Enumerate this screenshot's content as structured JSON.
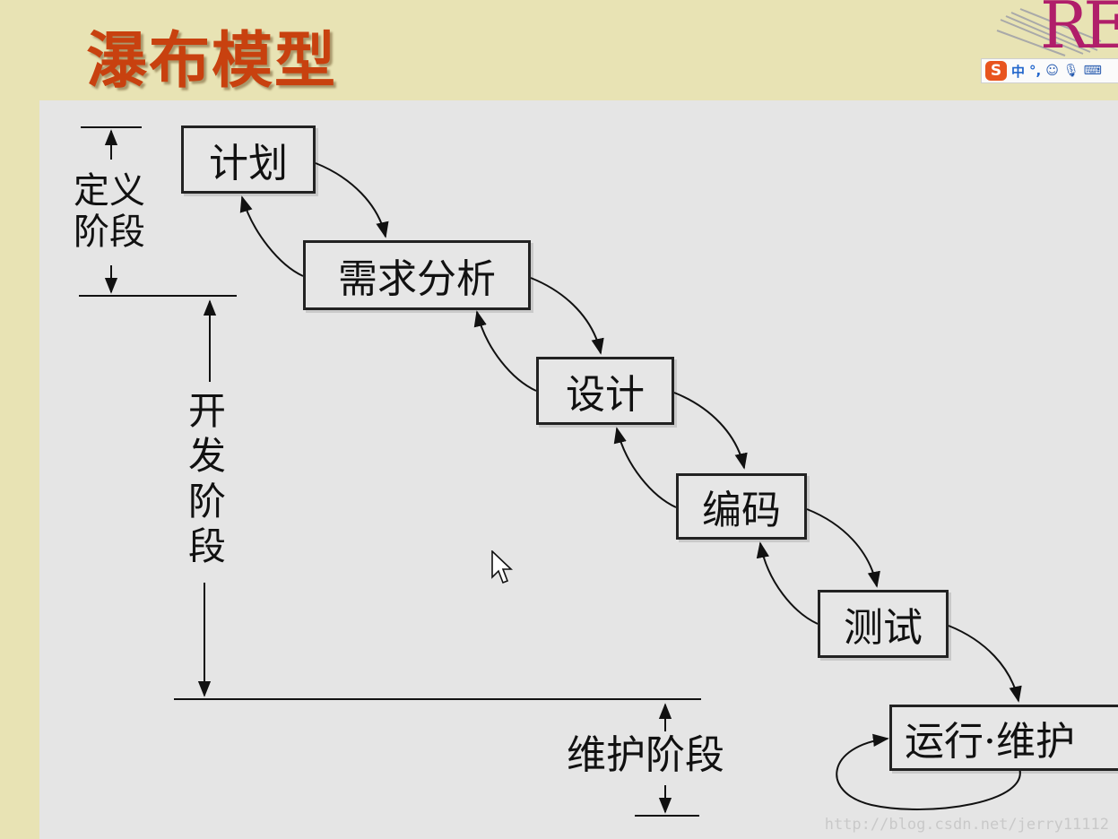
{
  "title": "瀑布模型",
  "logo": {
    "text": "RE"
  },
  "ime_toolbar": {
    "logo": "S",
    "mode": "中",
    "punct": "°,",
    "icons": [
      "smiley-icon",
      "microphone-icon",
      "keyboard-icon"
    ]
  },
  "phases": {
    "definition": "定义阶段",
    "development": "开发阶段",
    "maintenance": "维护阶段"
  },
  "steps": [
    "计划",
    "需求分析",
    "设计",
    "编码",
    "测试",
    "运行·维护"
  ],
  "watermark": "http://blog.csdn.net/jerry11112",
  "colors": {
    "title": "#c8410f",
    "slide_bg": "#e8e3b4",
    "canvas_bg": "#e5e5e5",
    "logo": "#b01e6a"
  }
}
